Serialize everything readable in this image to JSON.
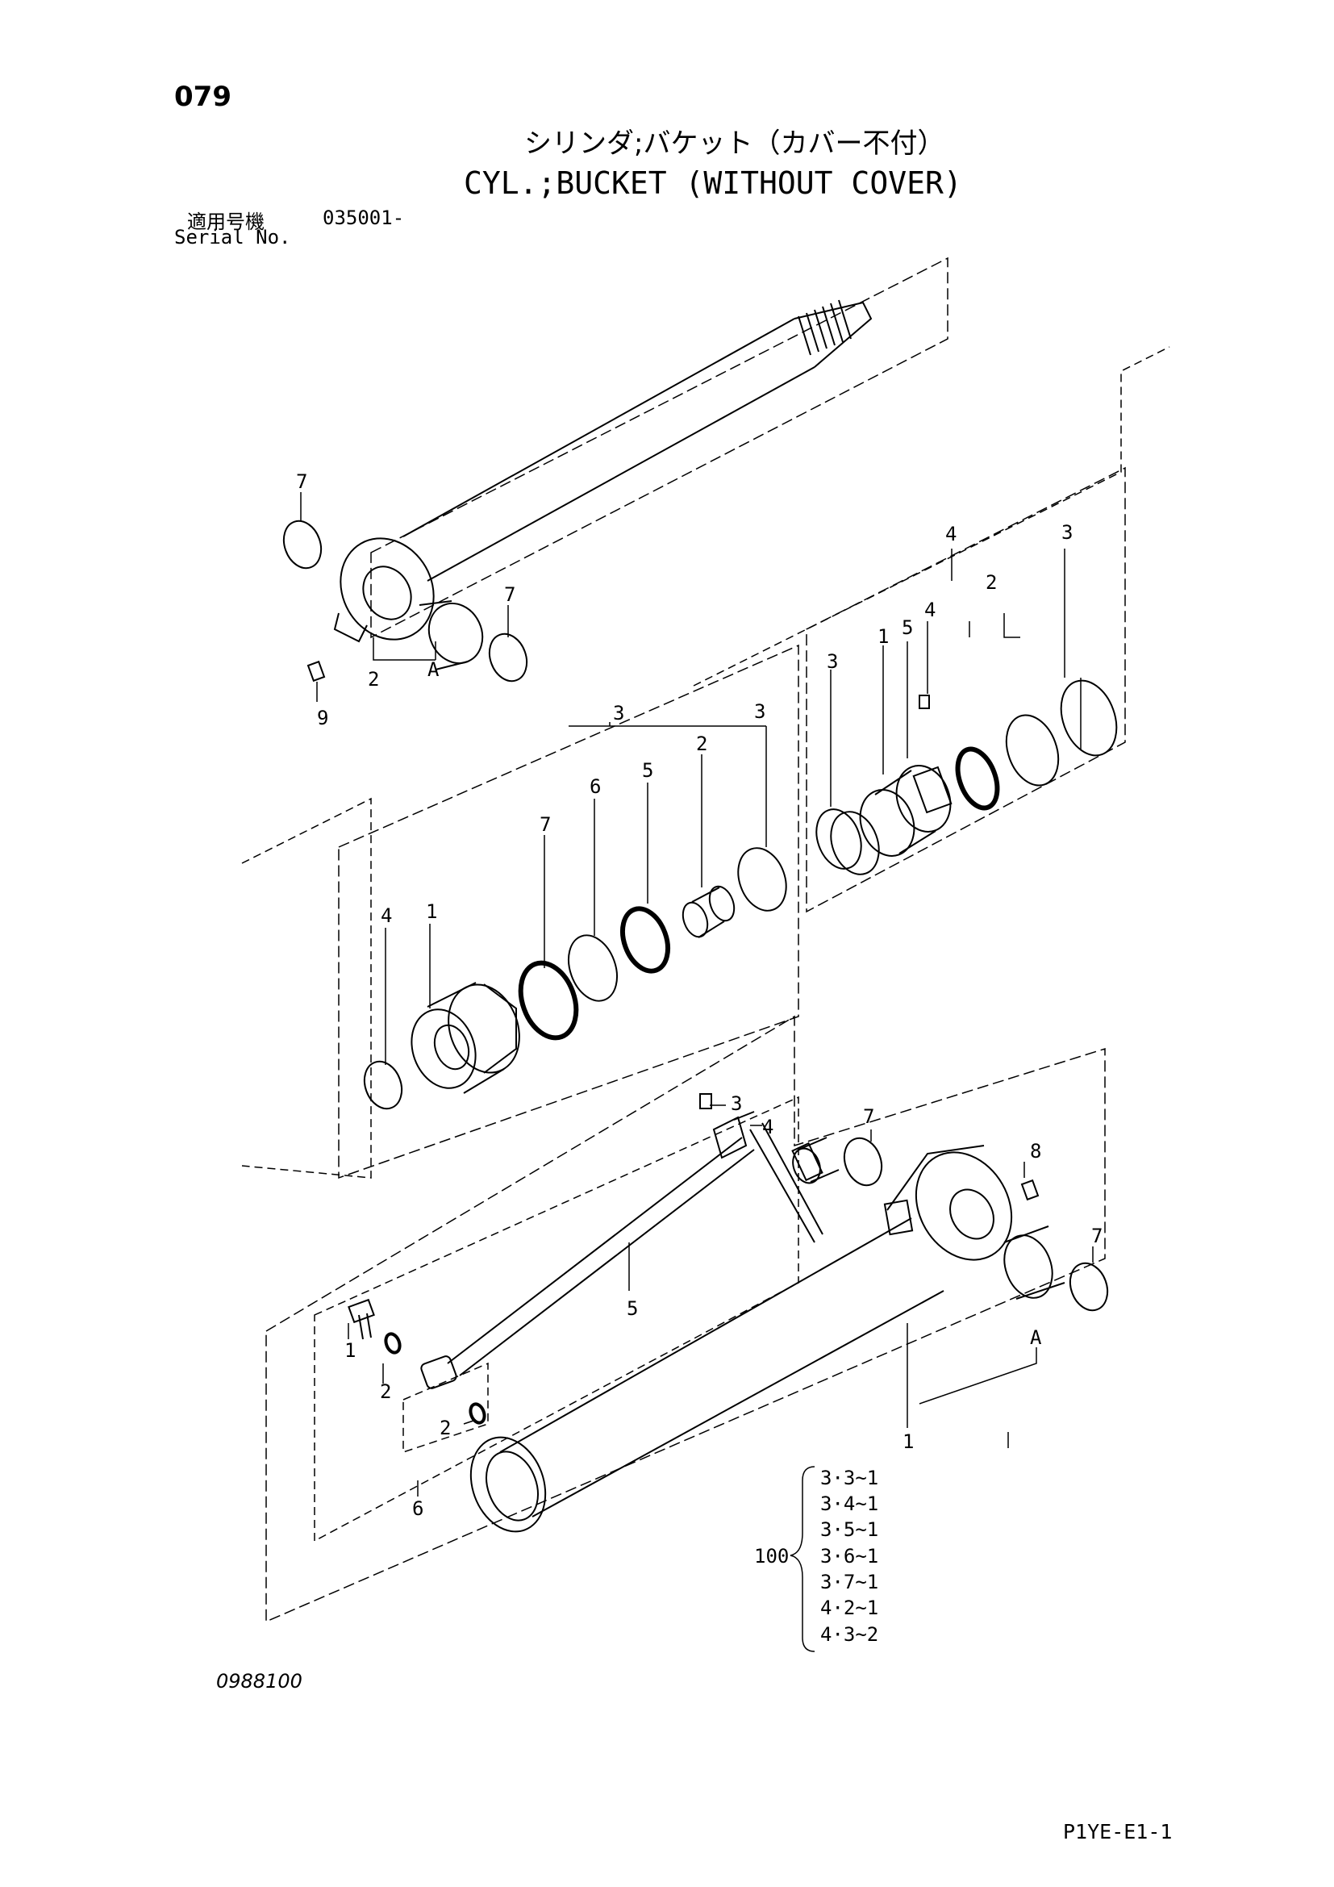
{
  "header": {
    "page_number": "079",
    "title_jp": "シリンダ;バケット（カバー不付）",
    "title_en": "CYL.;BUCKET (WITHOUT COVER)",
    "serial_label_jp": "適用号機",
    "serial_value": "035001-",
    "serial_label_en": "Serial No."
  },
  "callouts": {
    "rod_end_seal_top": "7",
    "rod_end_seal_right": "7",
    "rod_bushing": "2",
    "rod_bushing_group": "A",
    "grease_fitting_rod": "9",
    "piston_group": "4",
    "piston_bolt": "4",
    "piston_pin": "5",
    "piston_body": "1",
    "piston_seal_outer": "3",
    "piston_seal_mid": "3",
    "piston_wear_ring": "2",
    "head_group": "3",
    "head_dust_seal": "3",
    "head_bushing": "2",
    "head_oring": "5",
    "head_backup_ring": "6",
    "head_oring_large": "7",
    "head_body": "1",
    "head_wiper": "4",
    "pipe_screw": "3",
    "pipe_clamp": "4",
    "tube_end_seal_top": "7",
    "tube_end_seal_right": "7",
    "grease_fitting_tube": "8",
    "tube_bushing_group": "A",
    "pipe": "5",
    "union": "1",
    "oring_upper": "2",
    "oring_lower": "2",
    "pipe_group": "6",
    "cylinder_tube": "1"
  },
  "seal_kit": {
    "number": "100",
    "items": [
      "3·3~1",
      "3·4~1",
      "3·5~1",
      "3·6~1",
      "3·7~1",
      "4·2~1",
      "4·3~2"
    ]
  },
  "footer": {
    "diagram_code": "0988100",
    "page_code": "P1YE-E1-1"
  }
}
